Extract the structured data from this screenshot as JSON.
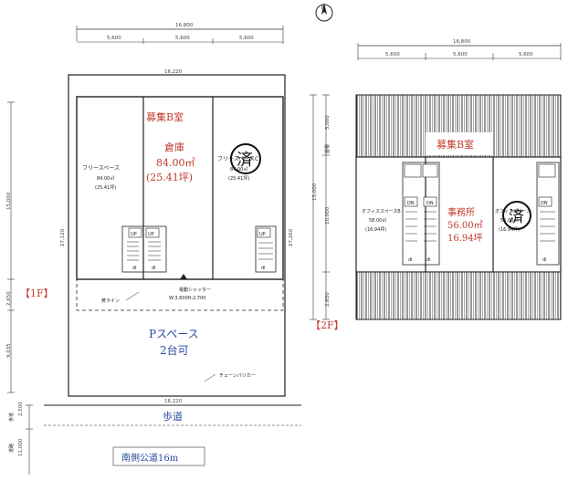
{
  "north": "N",
  "floor1": {
    "tag": "【1F】",
    "overall_width": "16,800",
    "bay_1": "5,600",
    "bay_2": "5,600",
    "bay_3": "5,600",
    "inner_width": "16,220",
    "left_depth": "15,000",
    "left_depth_lower": "2,650",
    "left_depth_bottom": "9,035",
    "sidewalk_depth": "2,500",
    "road_depth": "11,000",
    "inner_depth_left": "27,120",
    "inner_depth_right": "27,260",
    "bottom_width": "16,220",
    "recruit_room": "募集B室",
    "left_unit": {
      "name": "フリースペース",
      "area": "84.00㎡",
      "tsubo": "(25.41坪)"
    },
    "center_unit": {
      "name": "倉庫",
      "area": "84.00㎡",
      "tsubo": "(25.41坪)"
    },
    "right_unit": {
      "name": "フリースペースC",
      "area": "84.00㎡",
      "tsubo": "(25.41坪)",
      "stamp": "済"
    },
    "stair_up": "UP",
    "door_label": "dl",
    "yellow_line": "黄ライン",
    "shutter": "電動シャッター",
    "shutter_size": "W:3,600H:2,700",
    "parking_title": "Pスペース",
    "parking_count": "2台可",
    "chain": "チェーンパリカー",
    "sidewalk": "歩道",
    "sidewalk_side": "歩道",
    "road_side": "道路",
    "road_name": "南側公道16m"
  },
  "floor2": {
    "tag": "【2F】",
    "overall_width": "16,800",
    "bay_1": "5,600",
    "bay_2": "5,600",
    "bay_3": "5,600",
    "depth_top": "5,000",
    "depth_top_label": "屋根",
    "depth_total": "15,000",
    "depth_mid": "10,000",
    "depth_bottom": "2,650",
    "recruit_room": "募集B室",
    "left_unit": {
      "name": "オフィススペースB",
      "area": "58.00㎡",
      "tsubo": "(16.94坪)"
    },
    "center_unit": {
      "name": "事務所",
      "area": "56.00㎡",
      "tsubo": "16.94坪"
    },
    "right_unit": {
      "name": "オフィススペース",
      "area": "56.00㎡",
      "tsubo": "(16.94坪)",
      "stamp": "済"
    },
    "stair_down": "DN",
    "door_label": "dl"
  }
}
